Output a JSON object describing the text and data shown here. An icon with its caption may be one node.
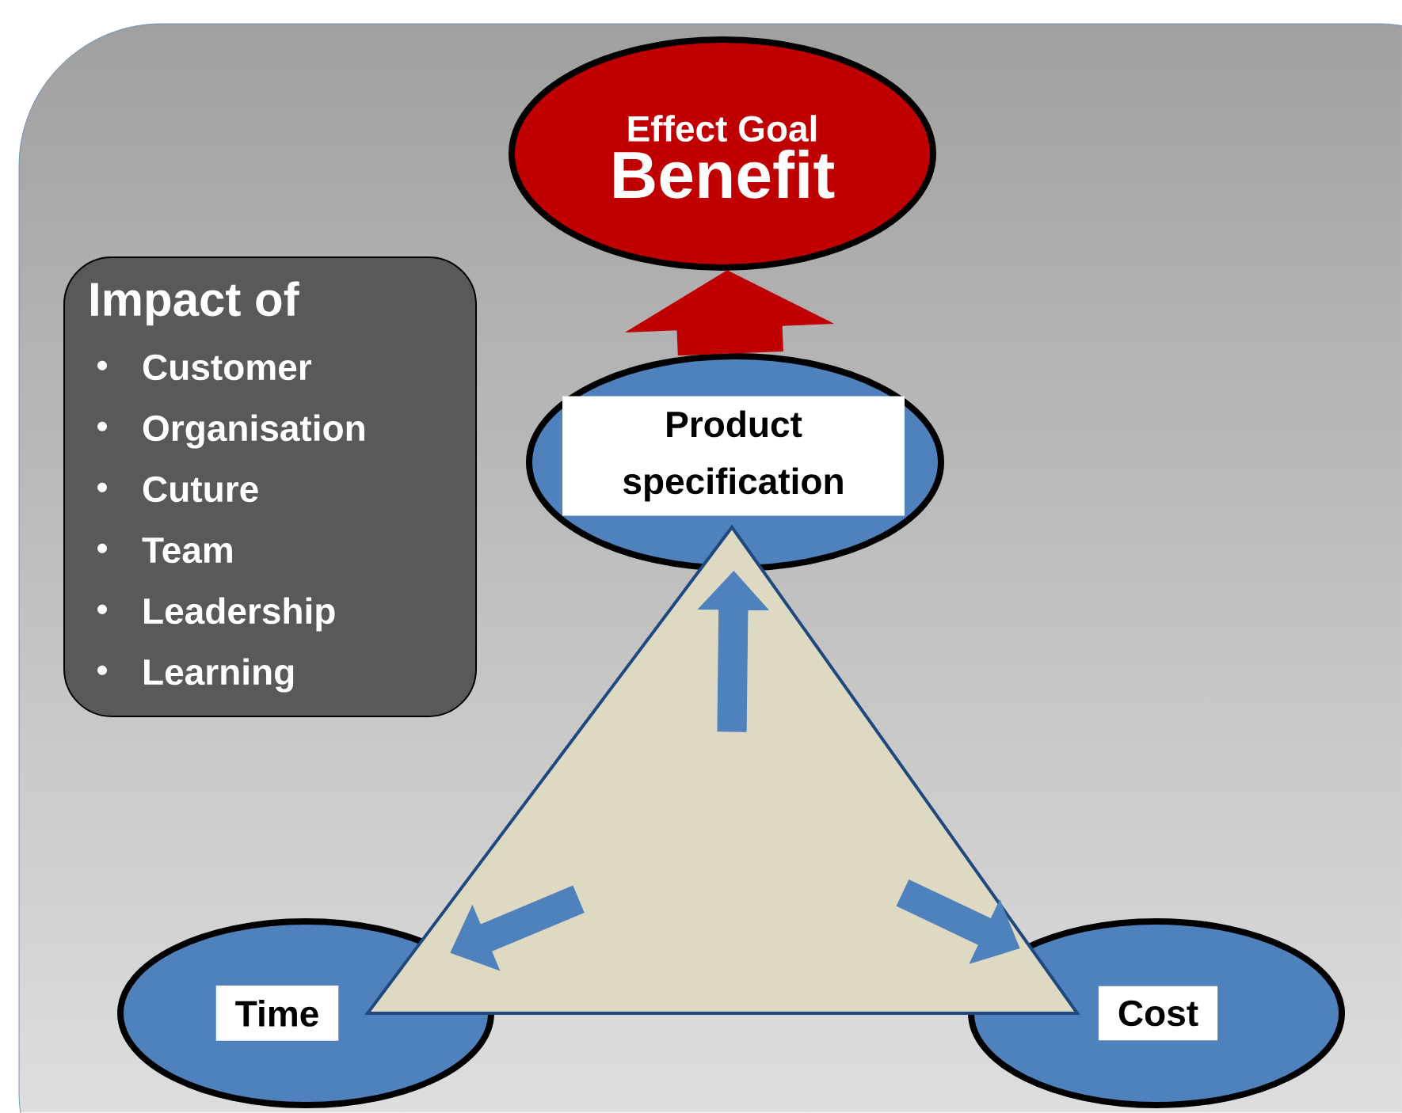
{
  "diagram": {
    "nodes": [
      {
        "text": [
          "Effect Goal",
          "Benefit"
        ]
      },
      {
        "text": [
          "Impact of",
          "Customer",
          "Organisation",
          "Cuture",
          "Team",
          "Leadership",
          "Learning"
        ]
      },
      {
        "text": [
          "Product specification"
        ]
      },
      {
        "text": [
          "Time"
        ]
      },
      {
        "text": [
          "Cost"
        ]
      },
      {
        "text": [],
        "shape": "triangle"
      }
    ],
    "edges": [
      {
        "from": 2,
        "to": 0,
        "arrow": "to",
        "style": "thick",
        "color": "#c00000"
      },
      {
        "from": 5,
        "to": 2,
        "arrow": "to"
      },
      {
        "from": 5,
        "to": 3,
        "arrow": "to"
      },
      {
        "from": 5,
        "to": 4,
        "arrow": "to"
      }
    ]
  }
}
